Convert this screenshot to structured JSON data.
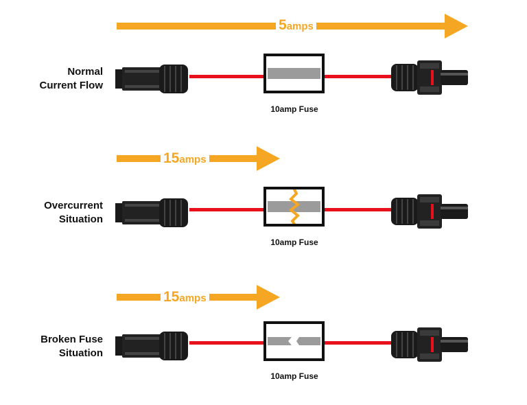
{
  "colors": {
    "arrow": "#F5A623",
    "wire": "#E8101A",
    "fuse_element": "#9B9B9B",
    "connector": "#1A1A1A"
  },
  "rows": [
    {
      "label_line1": "Normal",
      "label_line2": "Current Flow",
      "amps_value": "5",
      "amps_unit": "amps",
      "fuse_label": "10amp Fuse",
      "fuse_state": "normal"
    },
    {
      "label_line1": "Overcurrent",
      "label_line2": "Situation",
      "amps_value": "15",
      "amps_unit": "amps",
      "fuse_label": "10amp Fuse",
      "fuse_state": "overcurrent"
    },
    {
      "label_line1": "Broken Fuse",
      "label_line2": "Situation",
      "amps_value": "15",
      "amps_unit": "amps",
      "fuse_label": "10amp Fuse",
      "fuse_state": "broken"
    }
  ]
}
